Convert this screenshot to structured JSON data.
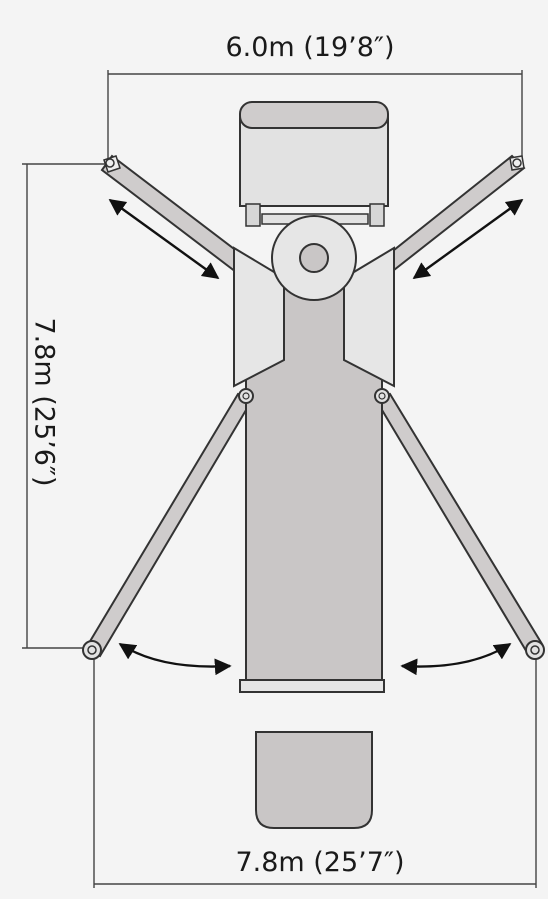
{
  "dimensions": {
    "top_width": "6.0m (19’8″)",
    "side_length": "7.8m (25’6″)",
    "bottom_width": "7.8m (25’7″)"
  },
  "colors": {
    "background": "#f4f4f4",
    "outline": "#333333",
    "body_fill": "#c9c6c6",
    "cab_fill": "#e2e2e2",
    "panel_fill": "#e6e6e6",
    "leg_fill": "#cfcccc",
    "dim_line": "#444444",
    "arrow": "#111111"
  }
}
